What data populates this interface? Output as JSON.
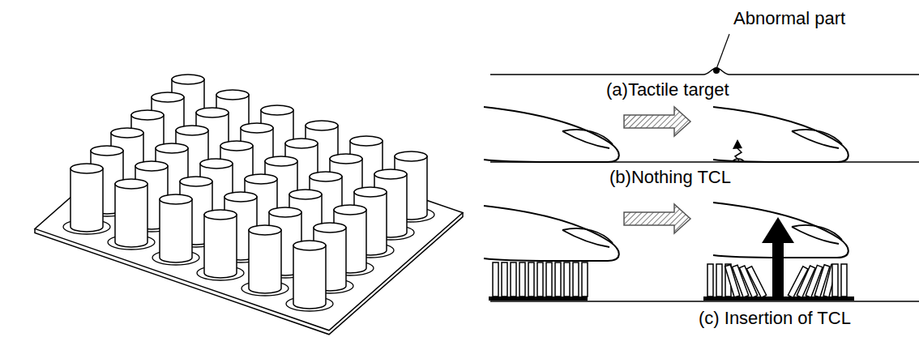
{
  "diagram": {
    "labels": [
      "Abnormal part",
      "(a)Tactile target",
      "(b)Nothing TCL",
      "(c) Insertion of TCL"
    ]
  }
}
